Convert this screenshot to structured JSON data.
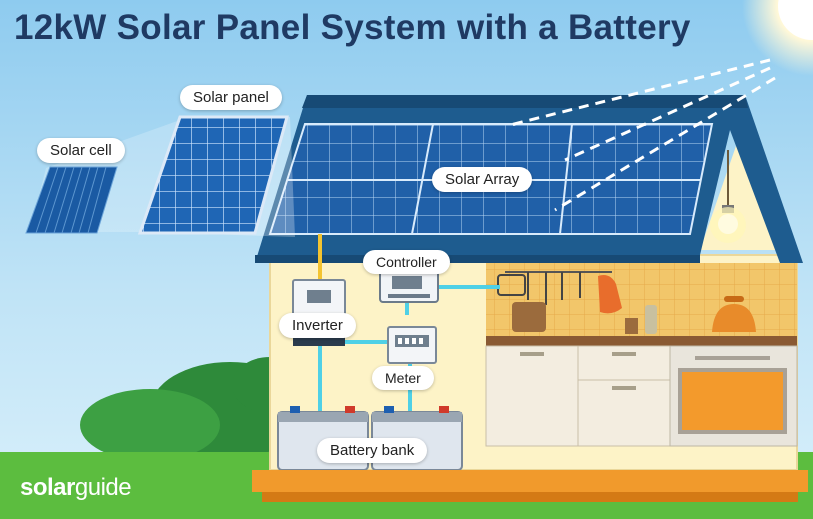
{
  "title": "12kW Solar Panel System with a Battery",
  "labels": {
    "solar_panel": "Solar panel",
    "solar_cell": "Solar cell",
    "solar_array": "Solar Array",
    "controller": "Controller",
    "inverter": "Inverter",
    "meter": "Meter",
    "battery_bank": "Battery bank"
  },
  "logo": {
    "part1": "solar",
    "part2": "guide"
  },
  "colors": {
    "sky": "#9fd4f1",
    "title": "#1f3a63",
    "roof": "#1e5c8f",
    "panel": "#1f66b5",
    "wall": "#fdf3c7",
    "grass": "#5cbd3f",
    "cable_blue": "#4fd0e6",
    "cable_yellow": "#f4c430",
    "kitchen_tile": "#f2c66a"
  }
}
